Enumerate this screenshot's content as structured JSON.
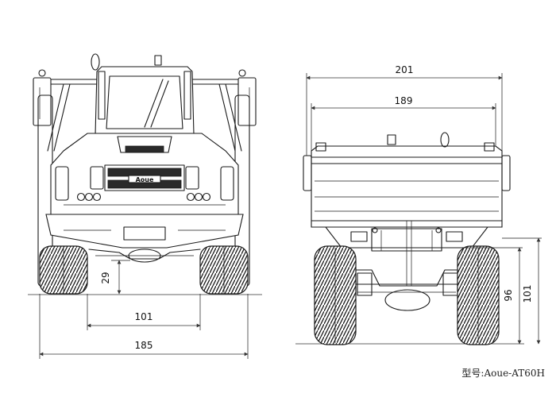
{
  "dimensions": {
    "front_track_width": "101",
    "front_overall_width": "185",
    "front_ground_clearance": "29",
    "rear_overall_width": "201",
    "rear_body_width": "189",
    "rear_axle_height": "96",
    "rear_overall_height": "101"
  },
  "grille_badge": "Aoue",
  "caption": "型号:Aoue-AT60H"
}
